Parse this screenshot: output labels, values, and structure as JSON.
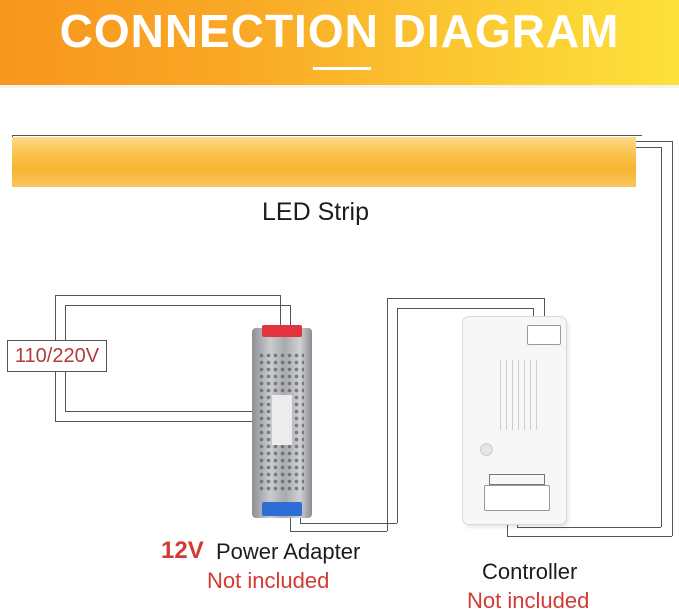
{
  "title": "CONNECTION DIAGRAM",
  "components": {
    "led_strip": {
      "label": "LED Strip"
    },
    "mains": {
      "label": "110/220V"
    },
    "power_adapter": {
      "voltage": "12V",
      "label": "Power Adapter",
      "note": "Not included"
    },
    "controller": {
      "label": "Controller",
      "note": "Not included"
    }
  },
  "colors": {
    "banner_start": "#f8961d",
    "banner_end": "#fde13b",
    "strip": "#f9b433",
    "note_red": "#d43a34",
    "psu_input": "#e2333e",
    "psu_output": "#2c6ed5"
  }
}
